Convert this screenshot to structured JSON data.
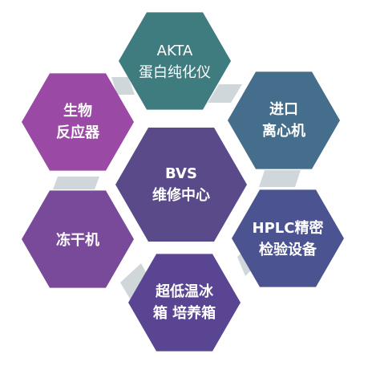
{
  "center": {
    "lines": [
      "BVS",
      "维修中心"
    ],
    "color": "#5a4a8a"
  },
  "hexagons": [
    {
      "id": "akta",
      "lines": [
        "AKTA",
        "蛋白纯化仪"
      ],
      "color": "#3f7c80",
      "bold": false
    },
    {
      "id": "centrifuge",
      "lines": [
        "进口",
        "离心机"
      ],
      "color": "#446e8c",
      "bold": true
    },
    {
      "id": "hplc",
      "lines": [
        "HPLC精密",
        "检验设备"
      ],
      "color": "#4b5490",
      "bold": true
    },
    {
      "id": "freezer-incubator",
      "lines": [
        "超低温冰",
        "箱 培养箱"
      ],
      "color": "#5a4592",
      "bold": true
    },
    {
      "id": "freeze-dryer",
      "lines": [
        "冻干机"
      ],
      "color": "#7a4a9a",
      "bold": true
    },
    {
      "id": "bioreactor",
      "lines": [
        "生物",
        "反应器"
      ],
      "color": "#9a4aa4",
      "bold": true
    }
  ],
  "connector_color": "#d0d7da"
}
